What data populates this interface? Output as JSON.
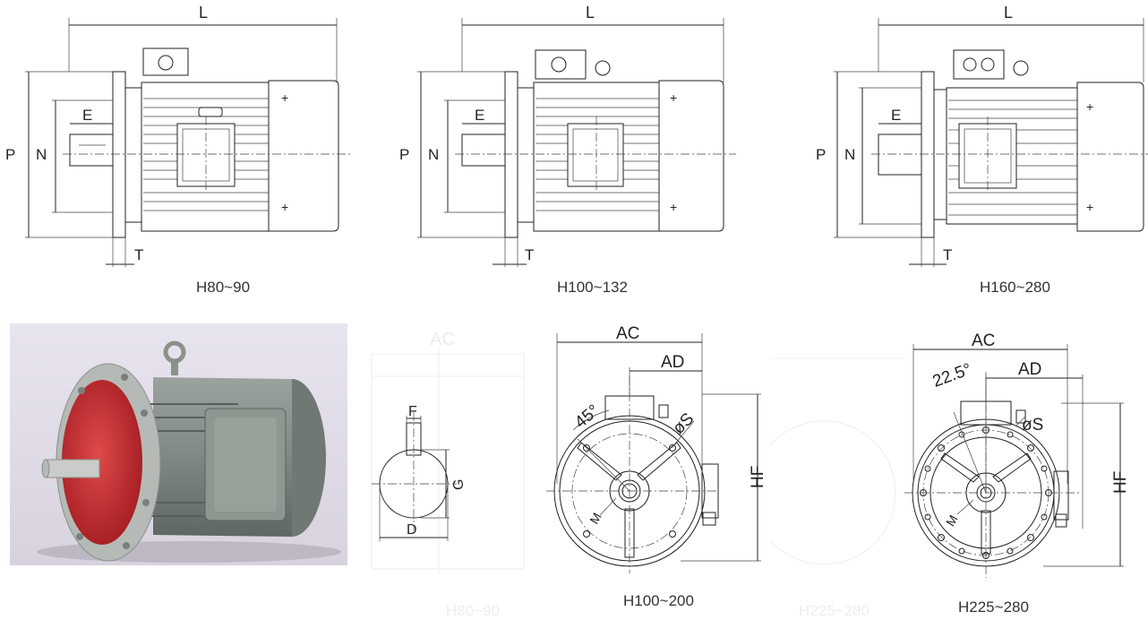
{
  "side_views": [
    {
      "caption": "H80~90",
      "labels": {
        "L": "L",
        "P": "P",
        "N": "N",
        "E": "E",
        "T": "T"
      }
    },
    {
      "caption": "H100~132",
      "labels": {
        "L": "L",
        "P": "P",
        "N": "N",
        "E": "E",
        "T": "T"
      }
    },
    {
      "caption": "H160~280",
      "labels": {
        "L": "L",
        "P": "P",
        "N": "N",
        "E": "E",
        "T": "T"
      }
    }
  ],
  "shaft_detail": {
    "labels": {
      "F": "F",
      "G": "G",
      "D": "D"
    }
  },
  "front_views": [
    {
      "caption": "H100~200",
      "labels": {
        "AC": "AC",
        "AD": "AD",
        "angle": "45°",
        "S": "øS",
        "HF": "HF",
        "M": "M"
      }
    },
    {
      "caption": "H225~280",
      "labels": {
        "AC": "AC",
        "AD": "AD",
        "angle": "22.5°",
        "S": "øS",
        "HF": "HF",
        "M": "M"
      }
    }
  ],
  "ghost_captions": [
    "H80~90",
    "H225~280"
  ],
  "colors": {
    "line": "#222222",
    "flange_red": "#c8262a",
    "motor_gray": "#7f8983"
  }
}
